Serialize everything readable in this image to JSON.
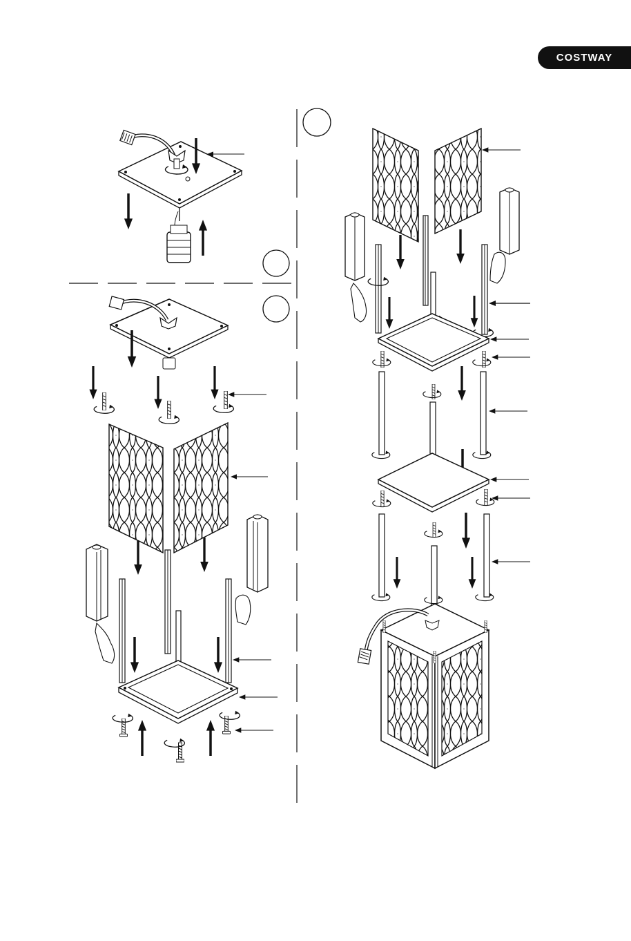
{
  "brand": {
    "logo_text": "COSTWAY",
    "color": "#111111"
  },
  "steps": [
    {
      "id": "step-a",
      "number_label": ""
    },
    {
      "id": "step-b",
      "number_label": ""
    },
    {
      "id": "step-c",
      "number_label": ""
    },
    {
      "id": "step-d",
      "number_label": ""
    }
  ],
  "colors": {
    "line": "#111111",
    "background": "#ffffff",
    "panel_fill": "#ffffff"
  },
  "icons": [
    "arrow-down-icon",
    "arrow-up-icon",
    "rotate-icon",
    "hand-icon",
    "leader-arrow-icon"
  ]
}
